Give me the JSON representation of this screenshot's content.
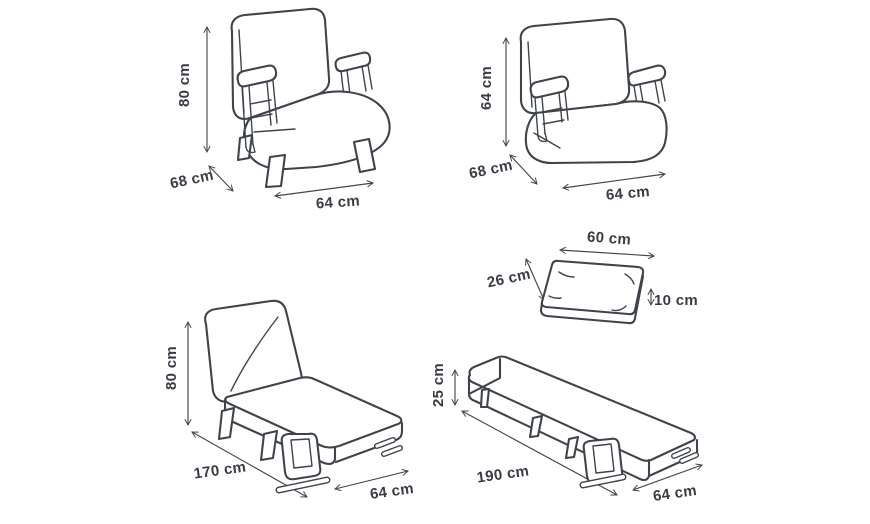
{
  "page": {
    "background": "#ffffff",
    "line_color": "#3f444b",
    "text_color": "#383d44",
    "unit": "cm"
  },
  "figures": {
    "armchair": {
      "height": "80 cm",
      "depth": "68 cm",
      "width": "64 cm"
    },
    "floor_chair": {
      "height": "64 cm",
      "depth": "68 cm",
      "width": "64 cm"
    },
    "cushion": {
      "width": "60 cm",
      "depth": "26 cm",
      "thickness": "10 cm"
    },
    "lounger": {
      "height": "80 cm",
      "length": "170 cm",
      "width": "64 cm"
    },
    "bed": {
      "height": "25 cm",
      "length": "190 cm",
      "width": "64 cm"
    }
  }
}
